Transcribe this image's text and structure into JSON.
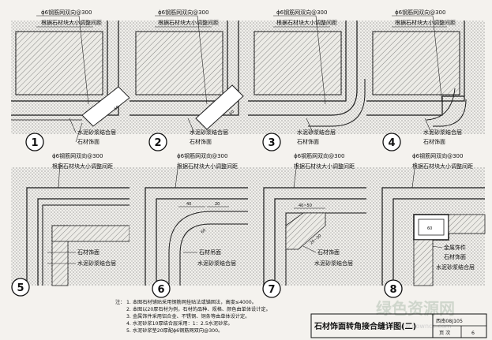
{
  "labels": {
    "mesh": "ϕ6钢筋网双向@300",
    "adjust": "根据石材块大小调整间距",
    "mortar": "水泥砂浆结合层",
    "stone": "石材饰面",
    "metal": "金属饰件",
    "stone_alt": "石材吊面"
  },
  "details": [
    "1",
    "2",
    "3",
    "4",
    "5",
    "6",
    "7",
    "8"
  ],
  "dims": {
    "d60": "60",
    "d40": "40",
    "d20": "20",
    "d40_50": "40~50",
    "d20_30": "20~30"
  },
  "notes": {
    "prefix": "注：",
    "items": [
      "1. 本图石材铺贴采用钢筋网挂贴法或锚固法，高度≤4000。",
      "2. 本图以20厚石材为例，石材的品种、规格、颜色由单体设计定。",
      "3. 金属饰件采用铝合金、不锈钢、铜条等由单体设计定。",
      "4. 水泥砂浆10厚结合层采用：1：2.5水泥砂浆。",
      "5. 水泥砂浆垫20厚配ϕ6钢筋网双向@300。"
    ]
  },
  "title_block": {
    "title": "石材饰面转角接合缝详图(二)",
    "code": "西南08J105",
    "page_label": "页 次",
    "page": "6"
  },
  "watermark": {
    "text": "绿色资源网",
    "url": "www.downcc.com"
  }
}
